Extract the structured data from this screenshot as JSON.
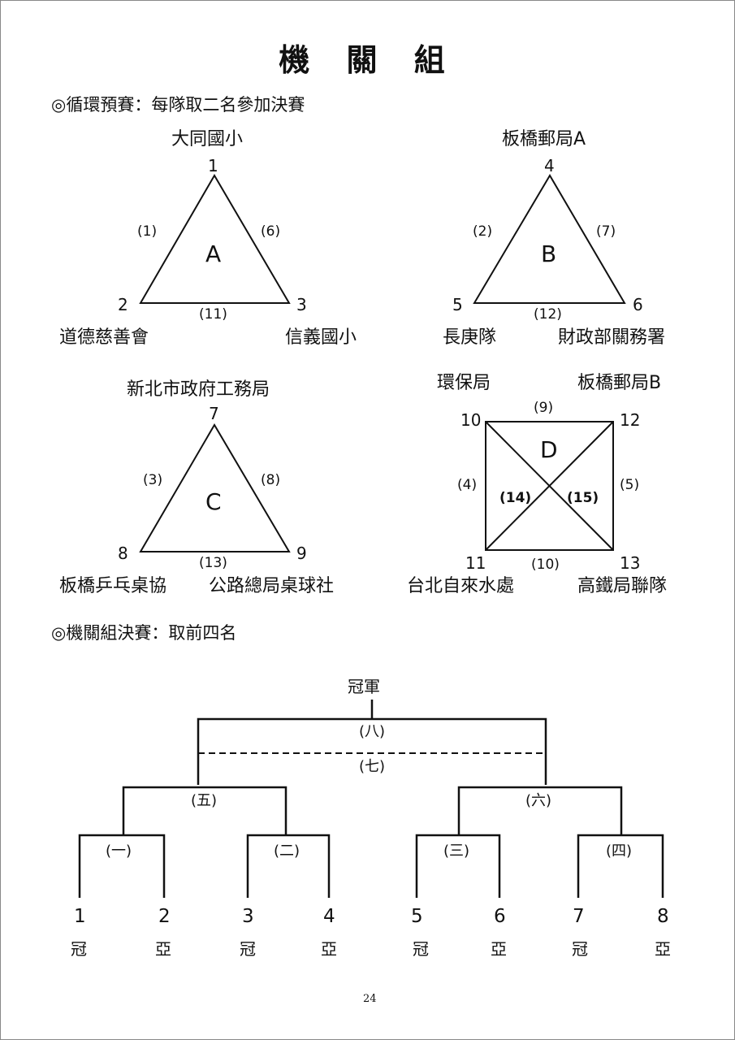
{
  "title": "機 關 組",
  "prelim": {
    "heading": "◎循環預賽：每隊取二名參加決賽",
    "groups": [
      {
        "label": "A",
        "teams": [
          {
            "num": "1",
            "name": "大同國小"
          },
          {
            "num": "2",
            "name": "道德慈善會"
          },
          {
            "num": "3",
            "name": "信義國小"
          }
        ],
        "matches": [
          "(1)",
          "(6)",
          "(11)"
        ]
      },
      {
        "label": "B",
        "teams": [
          {
            "num": "4",
            "name": "板橋郵局A"
          },
          {
            "num": "5",
            "name": "長庚隊"
          },
          {
            "num": "6",
            "name": "財政部關務署"
          }
        ],
        "matches": [
          "(2)",
          "(7)",
          "(12)"
        ]
      },
      {
        "label": "C",
        "teams": [
          {
            "num": "7",
            "name": "新北市政府工務局"
          },
          {
            "num": "8",
            "name": "板橋乒乓桌協"
          },
          {
            "num": "9",
            "name": "公路總局桌球社"
          }
        ],
        "matches": [
          "(3)",
          "(8)",
          "(13)"
        ]
      },
      {
        "label": "D",
        "teams": [
          {
            "num": "10",
            "name": "環保局"
          },
          {
            "num": "12",
            "name": "板橋郵局B"
          },
          {
            "num": "11",
            "name": "台北自來水處"
          },
          {
            "num": "13",
            "name": "高鐵局聯隊"
          }
        ],
        "matches": [
          "(9)",
          "(4)",
          "(5)",
          "(10)",
          "(14)",
          "(15)"
        ]
      }
    ]
  },
  "finals": {
    "heading": "◎機關組決賽：取前四名",
    "champion": "冠軍",
    "rounds": {
      "final": "(八)",
      "third_place": "(七)",
      "semi_left": "(五)",
      "semi_right": "(六)",
      "q1": "(一)",
      "q2": "(二)",
      "q3": "(三)",
      "q4": "(四)"
    },
    "slots": [
      {
        "num": "1",
        "rank": "冠"
      },
      {
        "num": "2",
        "rank": "亞"
      },
      {
        "num": "3",
        "rank": "冠"
      },
      {
        "num": "4",
        "rank": "亞"
      },
      {
        "num": "5",
        "rank": "冠"
      },
      {
        "num": "6",
        "rank": "亞"
      },
      {
        "num": "7",
        "rank": "冠"
      },
      {
        "num": "8",
        "rank": "亞"
      }
    ]
  },
  "page_number": "24"
}
